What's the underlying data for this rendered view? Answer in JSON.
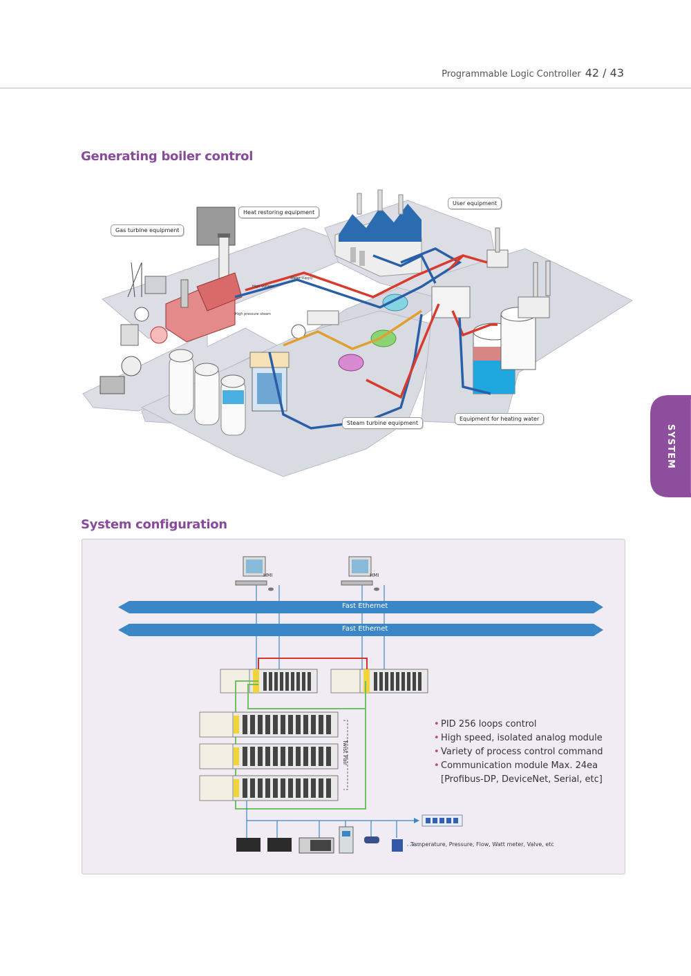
{
  "header": {
    "title": "Programmable Logic Controller",
    "page": "42 / 43"
  },
  "side_tab": {
    "label": "SYSTEM",
    "color": "#8e4e9e"
  },
  "sections": {
    "boiler_title": "Generating boiler control",
    "config_title": "System configuration"
  },
  "boiler_diagram": {
    "callouts": {
      "gas_turbine": "Gas turbine equipment",
      "heat_restoring": "Heat restoring equipment",
      "user": "User equipment",
      "steam_turbine": "Steam turbine equipment",
      "heating_water": "Equipment for heating water"
    },
    "small_labels": {
      "water_supply": "Water supply",
      "high_voltage": "High voltage",
      "high_pressure_steam": "High pressure steam"
    },
    "colors": {
      "hot_pipe": "#d83a2e",
      "cold_pipe": "#2a5fa8",
      "steam_pipe": "#e0a030",
      "floor": "#d9dbe3"
    }
  },
  "system_config": {
    "hmi_labels": [
      "HMI",
      "HMI"
    ],
    "ethernet_labels": [
      "Fast Ethernet",
      "Fast Ethernet"
    ],
    "twist_pair_label": "Twist Pair",
    "features": [
      "PID 256 loops control",
      "High speed, isolated analog module",
      "Variety of process control command",
      "Communication module Max. 24ea"
    ],
    "features_continuation": "[Profibus-DP, DeviceNet, Serial, etc]",
    "devices_label": "Temperature, Pressure, Flow, Watt meter, Valve, etc",
    "colors": {
      "ethernet": "#3b86c6",
      "redundancy": "#d8312b",
      "fieldbus": "#6cc060",
      "device_line": "#3b86c6"
    }
  }
}
